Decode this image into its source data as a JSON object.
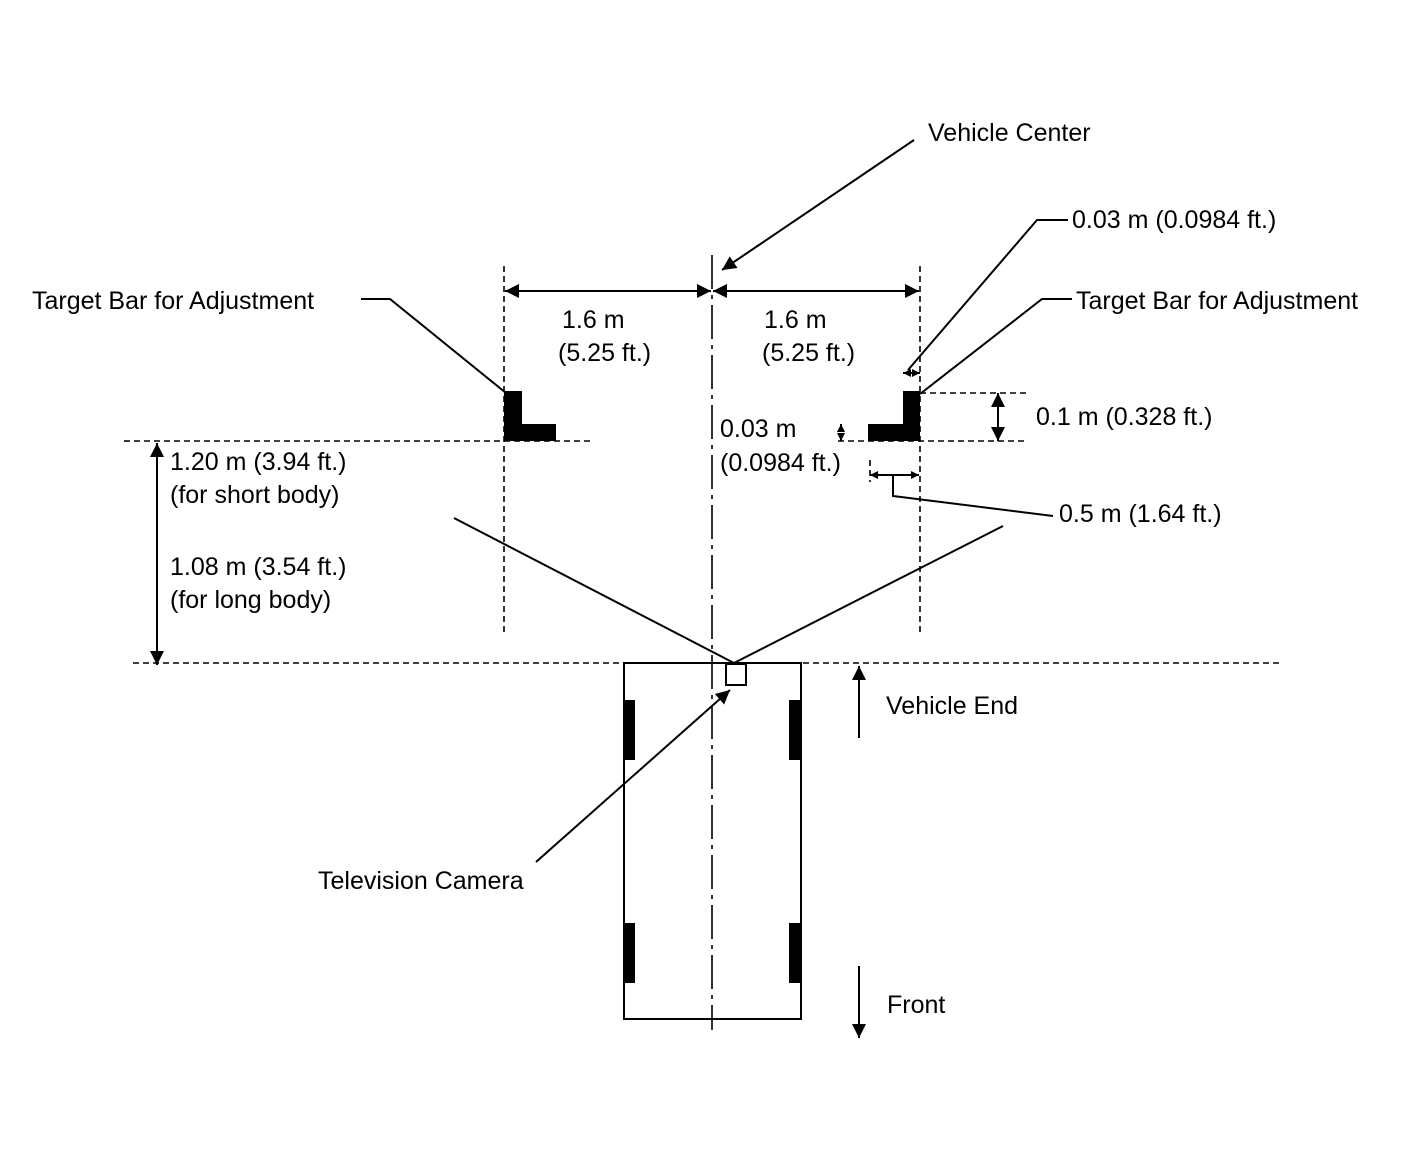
{
  "labels": {
    "vehicle_center": "Vehicle Center",
    "target_bar_left": "Target Bar for Adjustment",
    "target_bar_right": "Target Bar for Adjustment",
    "offset_right_line1": "0.03 m (0.0984 ft.)",
    "left_half_width_line1": "1.6 m",
    "left_half_width_line2": "(5.25 ft.)",
    "right_half_width_line1": "1.6 m",
    "right_half_width_line2": "(5.25 ft.)",
    "bar_thickness_line1": "0.03 m",
    "bar_thickness_line2": "(0.0984 ft.)",
    "bar_height": "0.1 m (0.328 ft.)",
    "bar_length": "0.5 m (1.64 ft.)",
    "distance_short_line1": "1.20 m (3.94 ft.)",
    "distance_short_line2": "(for short body)",
    "distance_long_line1": "1.08 m (3.54 ft.)",
    "distance_long_line2": "(for long body)",
    "vehicle_end": "Vehicle End",
    "television_camera": "Television Camera",
    "front": "Front"
  },
  "colors": {
    "ink": "#000000",
    "background": "#ffffff"
  }
}
